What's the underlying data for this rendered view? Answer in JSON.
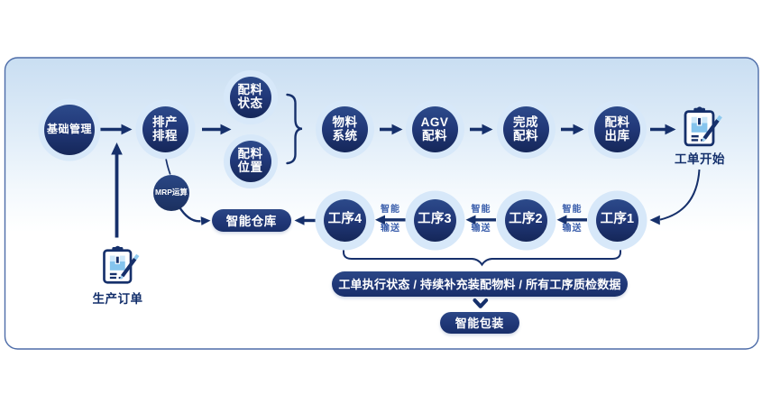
{
  "diagram": {
    "colors": {
      "navy": "#16306b",
      "node_fill_top": "#2c4a8a",
      "node_fill_bottom": "#152759",
      "halo": "#d7e8f9",
      "panel_top": "#c9def2",
      "panel_bottom": "#ffffff",
      "panel_border": "#4d6ca8",
      "convey_text": "#3b5fac"
    },
    "row1": {
      "basic_mgmt": {
        "label": "基础管理"
      },
      "scheduling": {
        "line1": "排产",
        "line2": "排程"
      },
      "material_status": {
        "line1": "配料",
        "line2": "状态"
      },
      "material_location": {
        "line1": "配料",
        "line2": "位置"
      },
      "material_system": {
        "line1": "物料",
        "line2": "系统"
      },
      "agv_material": {
        "line1": "AGV",
        "line2": "配料"
      },
      "complete_material": {
        "line1": "完成",
        "line2": "配料"
      },
      "material_outbound": {
        "line1": "配料",
        "line2": "出库"
      },
      "work_order_start": {
        "label": "工单开始"
      }
    },
    "row2": {
      "process1": {
        "label": "工序1"
      },
      "process2": {
        "label": "工序2"
      },
      "process3": {
        "label": "工序3"
      },
      "process4": {
        "label": "工序4"
      },
      "smart_convey": {
        "line1": "智能",
        "line2": "输送"
      },
      "smart_warehouse": {
        "label": "智能仓库"
      },
      "mrp": {
        "label": "MRP运算"
      }
    },
    "bottom": {
      "status_bar": {
        "label": "工单执行状态 / 持续补充装配物料 / 所有工序质检数据"
      },
      "smart_packaging": {
        "label": "智能包装"
      },
      "production_order": {
        "label": "生产订单"
      }
    }
  }
}
